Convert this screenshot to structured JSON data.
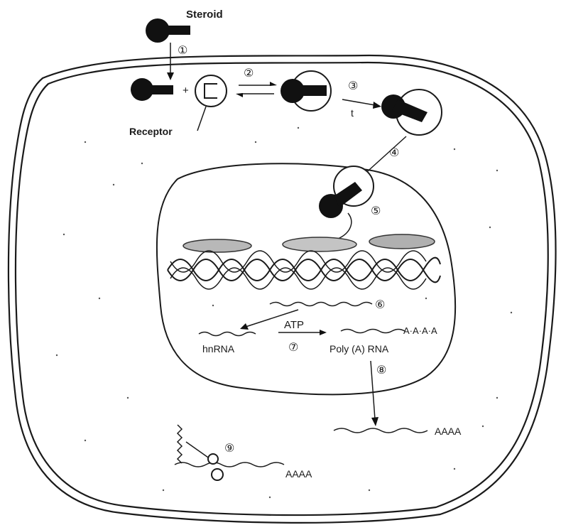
{
  "labels": {
    "steroid": "Steroid",
    "receptor": "Receptor",
    "plus": "+",
    "t": "t",
    "atp": "ATP",
    "hnrna": "hnRNA",
    "poly_a_rna": "Poly (A) RNA",
    "aaaa_nuclear": "A·A·A·A",
    "aaaa_cytoplasm": "AAAA",
    "aaaa_ribosome": "AAAA"
  },
  "steps": [
    "①",
    "②",
    "③",
    "④",
    "⑤",
    "⑥",
    "⑦",
    "⑧",
    "⑨"
  ]
}
